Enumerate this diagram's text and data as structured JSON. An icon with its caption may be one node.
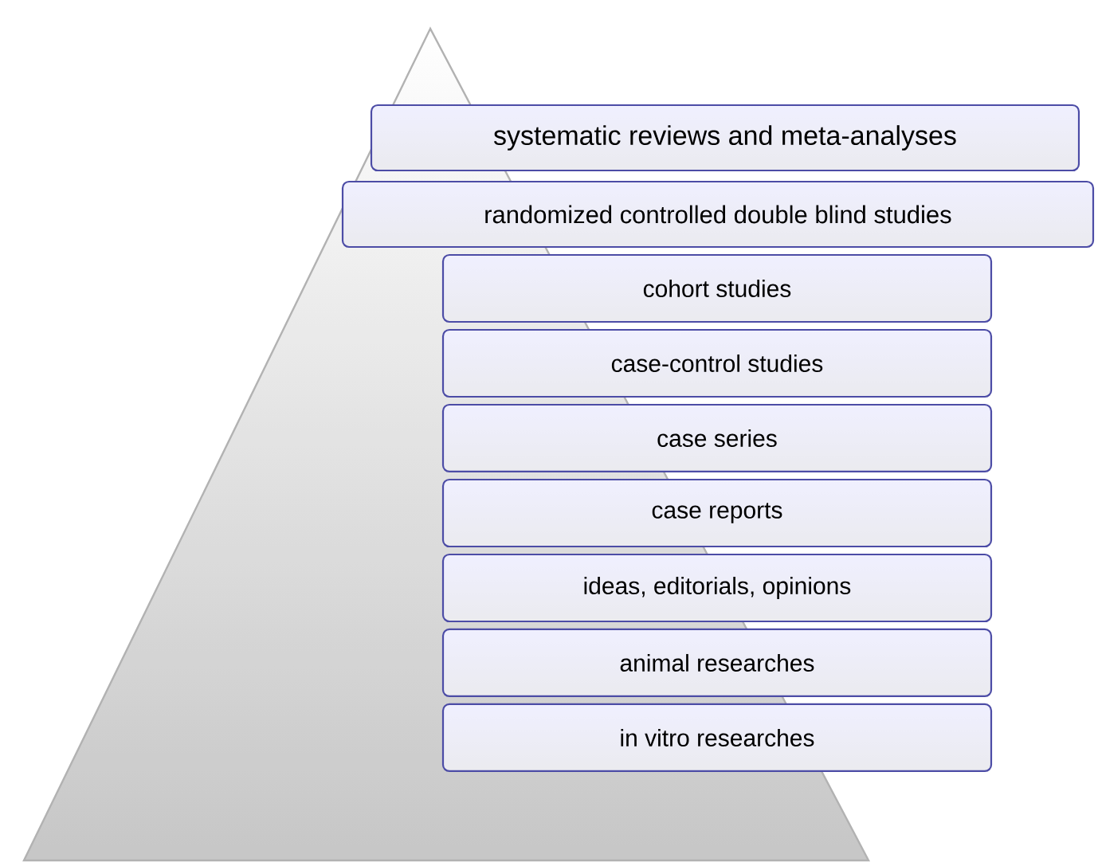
{
  "diagram": {
    "nodes": [
      {
        "text": [
          "systematic reviews and meta-analyses"
        ]
      },
      {
        "text": [
          "randomized controlled double blind studies"
        ]
      },
      {
        "text": [
          "cohort studies"
        ]
      },
      {
        "text": [
          "case-control studies"
        ]
      },
      {
        "text": [
          "case series"
        ]
      },
      {
        "text": [
          "case reports"
        ]
      },
      {
        "text": [
          "ideas, editorials, opinions"
        ]
      },
      {
        "text": [
          "animal researches"
        ]
      },
      {
        "text": [
          "in vitro researches"
        ]
      }
    ]
  }
}
